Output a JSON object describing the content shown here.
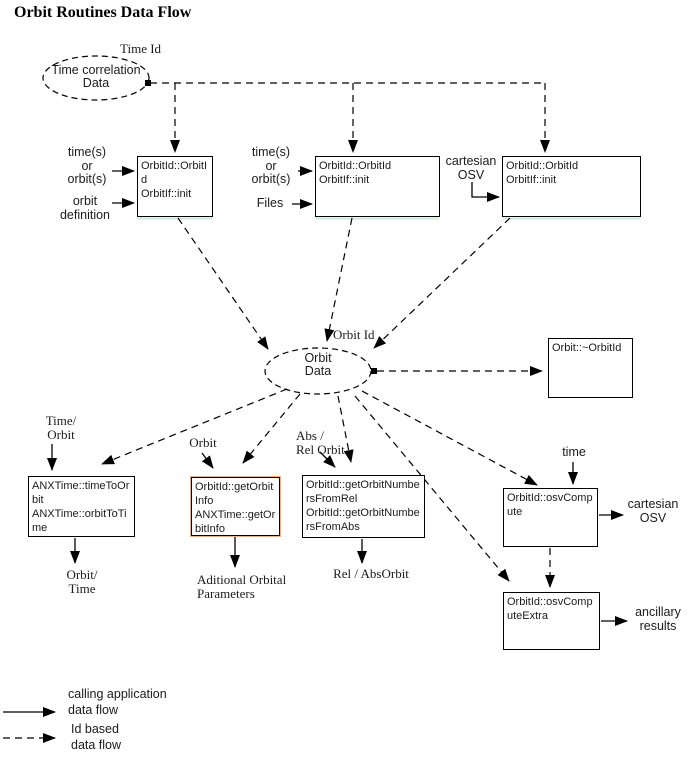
{
  "title": "Orbit Routines Data Flow",
  "stores": {
    "time_correlation": {
      "label": "Time correlation\nData",
      "tag": "Time Id"
    },
    "orbit_data": {
      "label": "Orbit\nData",
      "tag": "Orbit Id"
    }
  },
  "boxes": {
    "init1": {
      "line1": "OrbitId::OrbitId",
      "line2": "OrbitIf::init"
    },
    "init2": {
      "line1": "OrbitId::OrbitId",
      "line2": "OrbitIf::init"
    },
    "init3": {
      "line1": "OrbitId::OrbitId",
      "line2": "OrbitIf::init"
    },
    "destructor": {
      "line1": "Orbit::~OrbitId"
    },
    "anx_time": {
      "line1": "ANXTime::timeToOrbit",
      "line2": "ANXTime::orbitToTime"
    },
    "get_orbit_info": {
      "line1": "OrbitId::getOrbitInfo",
      "line2": "ANXTime::getOrbitInfo"
    },
    "get_orbit_numbers": {
      "line1": "OrbitId::getOrbitNumbersFromRel",
      "line2": "OrbitId::getOrbitNumbersFromAbs"
    },
    "osv_compute": {
      "line1": "OrbitId::osvCompute"
    },
    "osv_compute_extra": {
      "line1": "OrbitId::osvComputeExtra"
    }
  },
  "io": {
    "times_or_orbits_1": "time(s)\nor\norbit(s)",
    "orbit_definition": "orbit\ndefinition",
    "times_or_orbits_2": "time(s)\nor\norbit(s)",
    "files": "Files",
    "cartesian_osv_in": "cartesian\nOSV",
    "time_orbit_in": "Time/\nOrbit",
    "orbit_in": "Orbit",
    "abs_rel_orbit_in": "Abs /\nRel Orbit",
    "time_in": "time",
    "orbit_time_out": "Orbit/\nTime",
    "additional_orbital_parameters_out": "Aditional Orbital\nParameters",
    "rel_abs_orbit_out": "Rel / AbsOrbit",
    "cartesian_osv_out": "cartesian\nOSV",
    "ancillary_results_out": "ancillary\nresults"
  },
  "legend": {
    "solid": "calling application\ndata flow",
    "dashed": "Id based\ndata flow"
  },
  "colors": {
    "line": "#000000",
    "accent_orange": "#d97a4e",
    "accent_orange_light": "#edb28c",
    "accent_green": "#cfeadb",
    "background": "#ffffff"
  }
}
